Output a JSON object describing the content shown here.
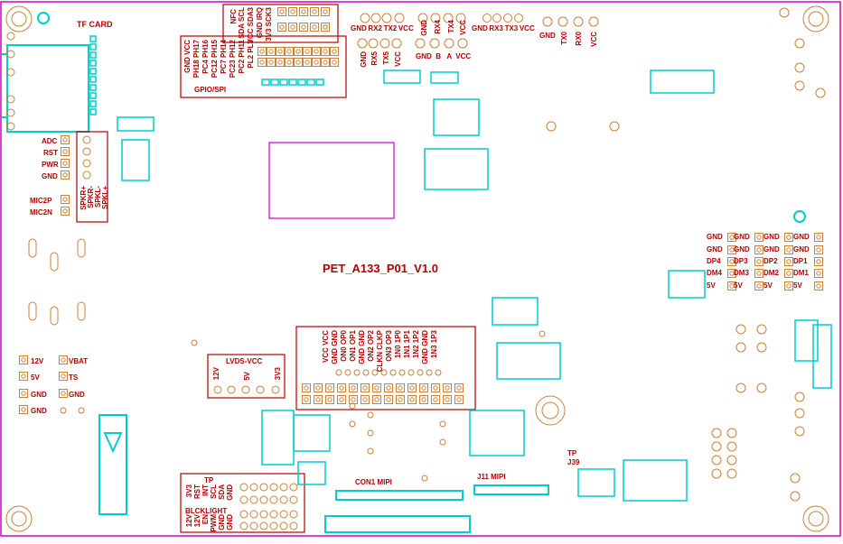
{
  "board_name": "PET_A133_P01_V1.0",
  "tf_card": "TF CARD",
  "nfc": {
    "title": "NFC",
    "pins": [
      "SDA SCL",
      "VCC SDA3",
      "GND IRQ",
      "3V3 SCK3"
    ]
  },
  "gpio_spi": {
    "title": "GPIO/SPI",
    "pins": [
      "GND VCC",
      "PH18 PH17",
      "PC4 PH16",
      "PC12 PH15",
      "PC7 PH14",
      "PC23 PH12",
      "PC2 PH11",
      "PL2 PL3"
    ]
  },
  "uart": {
    "u2": [
      "GND",
      "RX2",
      "TX2",
      "VCC"
    ],
    "u4": [
      "GND",
      "RX4",
      "TX4",
      "VCC"
    ],
    "u3": [
      "GND",
      "RX3",
      "TX3",
      "VCC"
    ],
    "u0": [
      "GND",
      "TX0",
      "RX0",
      "VCC"
    ],
    "u5": [
      "GND",
      "RX5",
      "TX5",
      "VCC"
    ],
    "rs485": "GND  B   A  VCC"
  },
  "left_pins": [
    "ADC",
    "RST",
    "PWR",
    "GND"
  ],
  "mic": [
    "MIC2P",
    "MIC2N"
  ],
  "speaker": [
    "SPKR+",
    "SPKR-",
    "SPKL-",
    "SPKL+"
  ],
  "usb": [
    [
      "GND",
      "GND",
      "GND",
      "GND"
    ],
    [
      "GND",
      "GND",
      "GND",
      "GND"
    ],
    [
      "DP4",
      "DP3",
      "DP2",
      "DP1"
    ],
    [
      "DM4",
      "DM3",
      "DM2",
      "DM1"
    ],
    [
      "5V",
      "5V",
      "5V",
      "5V"
    ]
  ],
  "power": [
    "12V",
    "5V",
    "GND",
    "GND"
  ],
  "power2": [
    "VBAT",
    "TS",
    "GND"
  ],
  "lvds": {
    "title": "LVDS-VCC",
    "pins": [
      "12V",
      "5V",
      "3V3"
    ]
  },
  "lvds_conn": {
    "pins": [
      "VCC VCC",
      "GND GND",
      "ON0 OP0",
      "ON1 OP1",
      "GND GND",
      "ON2 OP2",
      "CLKN CLKP",
      "ON3 OP3",
      "1N0 1P0",
      "1N1 1P1",
      "1N2 1P2",
      "GND GND",
      "1N3 1P3"
    ]
  },
  "tp": {
    "title": "TP",
    "pins": [
      "3V3",
      "RST",
      "INT",
      "SCL",
      "SDA",
      "GND"
    ]
  },
  "backlight": {
    "title": "BLCKLIGHT",
    "pins": [
      "12V",
      "12V",
      "EN",
      "PWM",
      "GND",
      "GND"
    ]
  },
  "con1": "CON1 MIPI",
  "j11": "J11 MIPI",
  "tp_j39": [
    "TP",
    "J39"
  ],
  "colors": {
    "outline": "#cc00cc",
    "silk": "#b40000",
    "pad": "#00cccc",
    "copper": "#c8823a"
  }
}
